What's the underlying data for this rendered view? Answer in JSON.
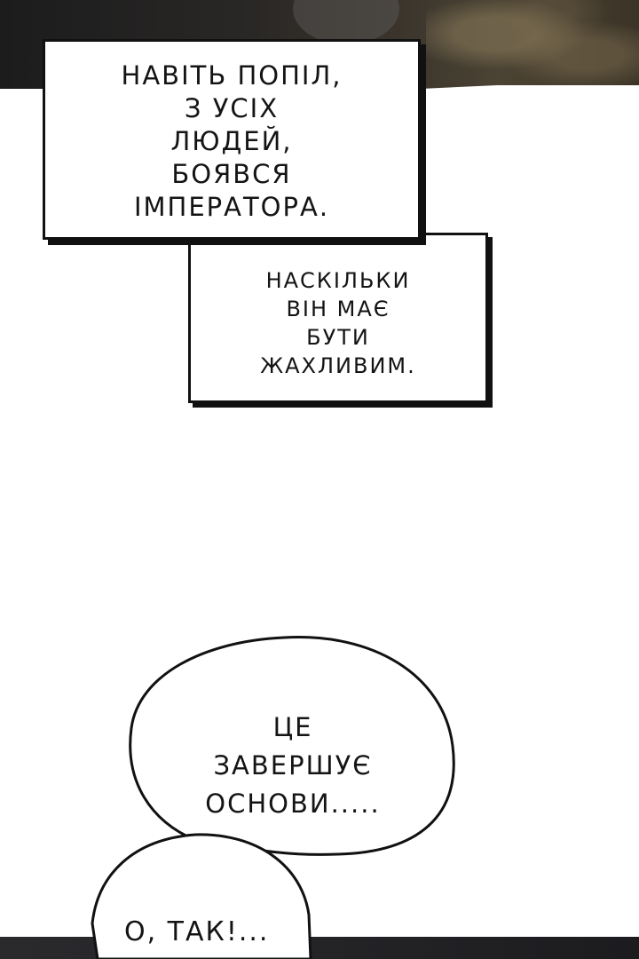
{
  "narration_box_1": {
    "lines": [
      "НАВІТЬ ПОПІЛ,",
      "З УСІХ",
      "ЛЮДЕЙ,",
      "БОЯВСЯ",
      "ІМПЕРАТОРА."
    ]
  },
  "narration_box_2": {
    "lines": [
      "НАСКІЛЬКИ",
      "ВІН МАЄ",
      "БУТИ",
      "ЖАХЛИВИМ."
    ]
  },
  "speech_bubble_1": {
    "lines": [
      "ЦЕ",
      "ЗАВЕРШУЄ",
      "ОСНОВИ....."
    ]
  },
  "speech_bubble_2": {
    "text": "О, ТАК!..."
  },
  "colors": {
    "ink": "#111111",
    "paper": "#ffffff",
    "dark_panel": "#2a2826"
  }
}
